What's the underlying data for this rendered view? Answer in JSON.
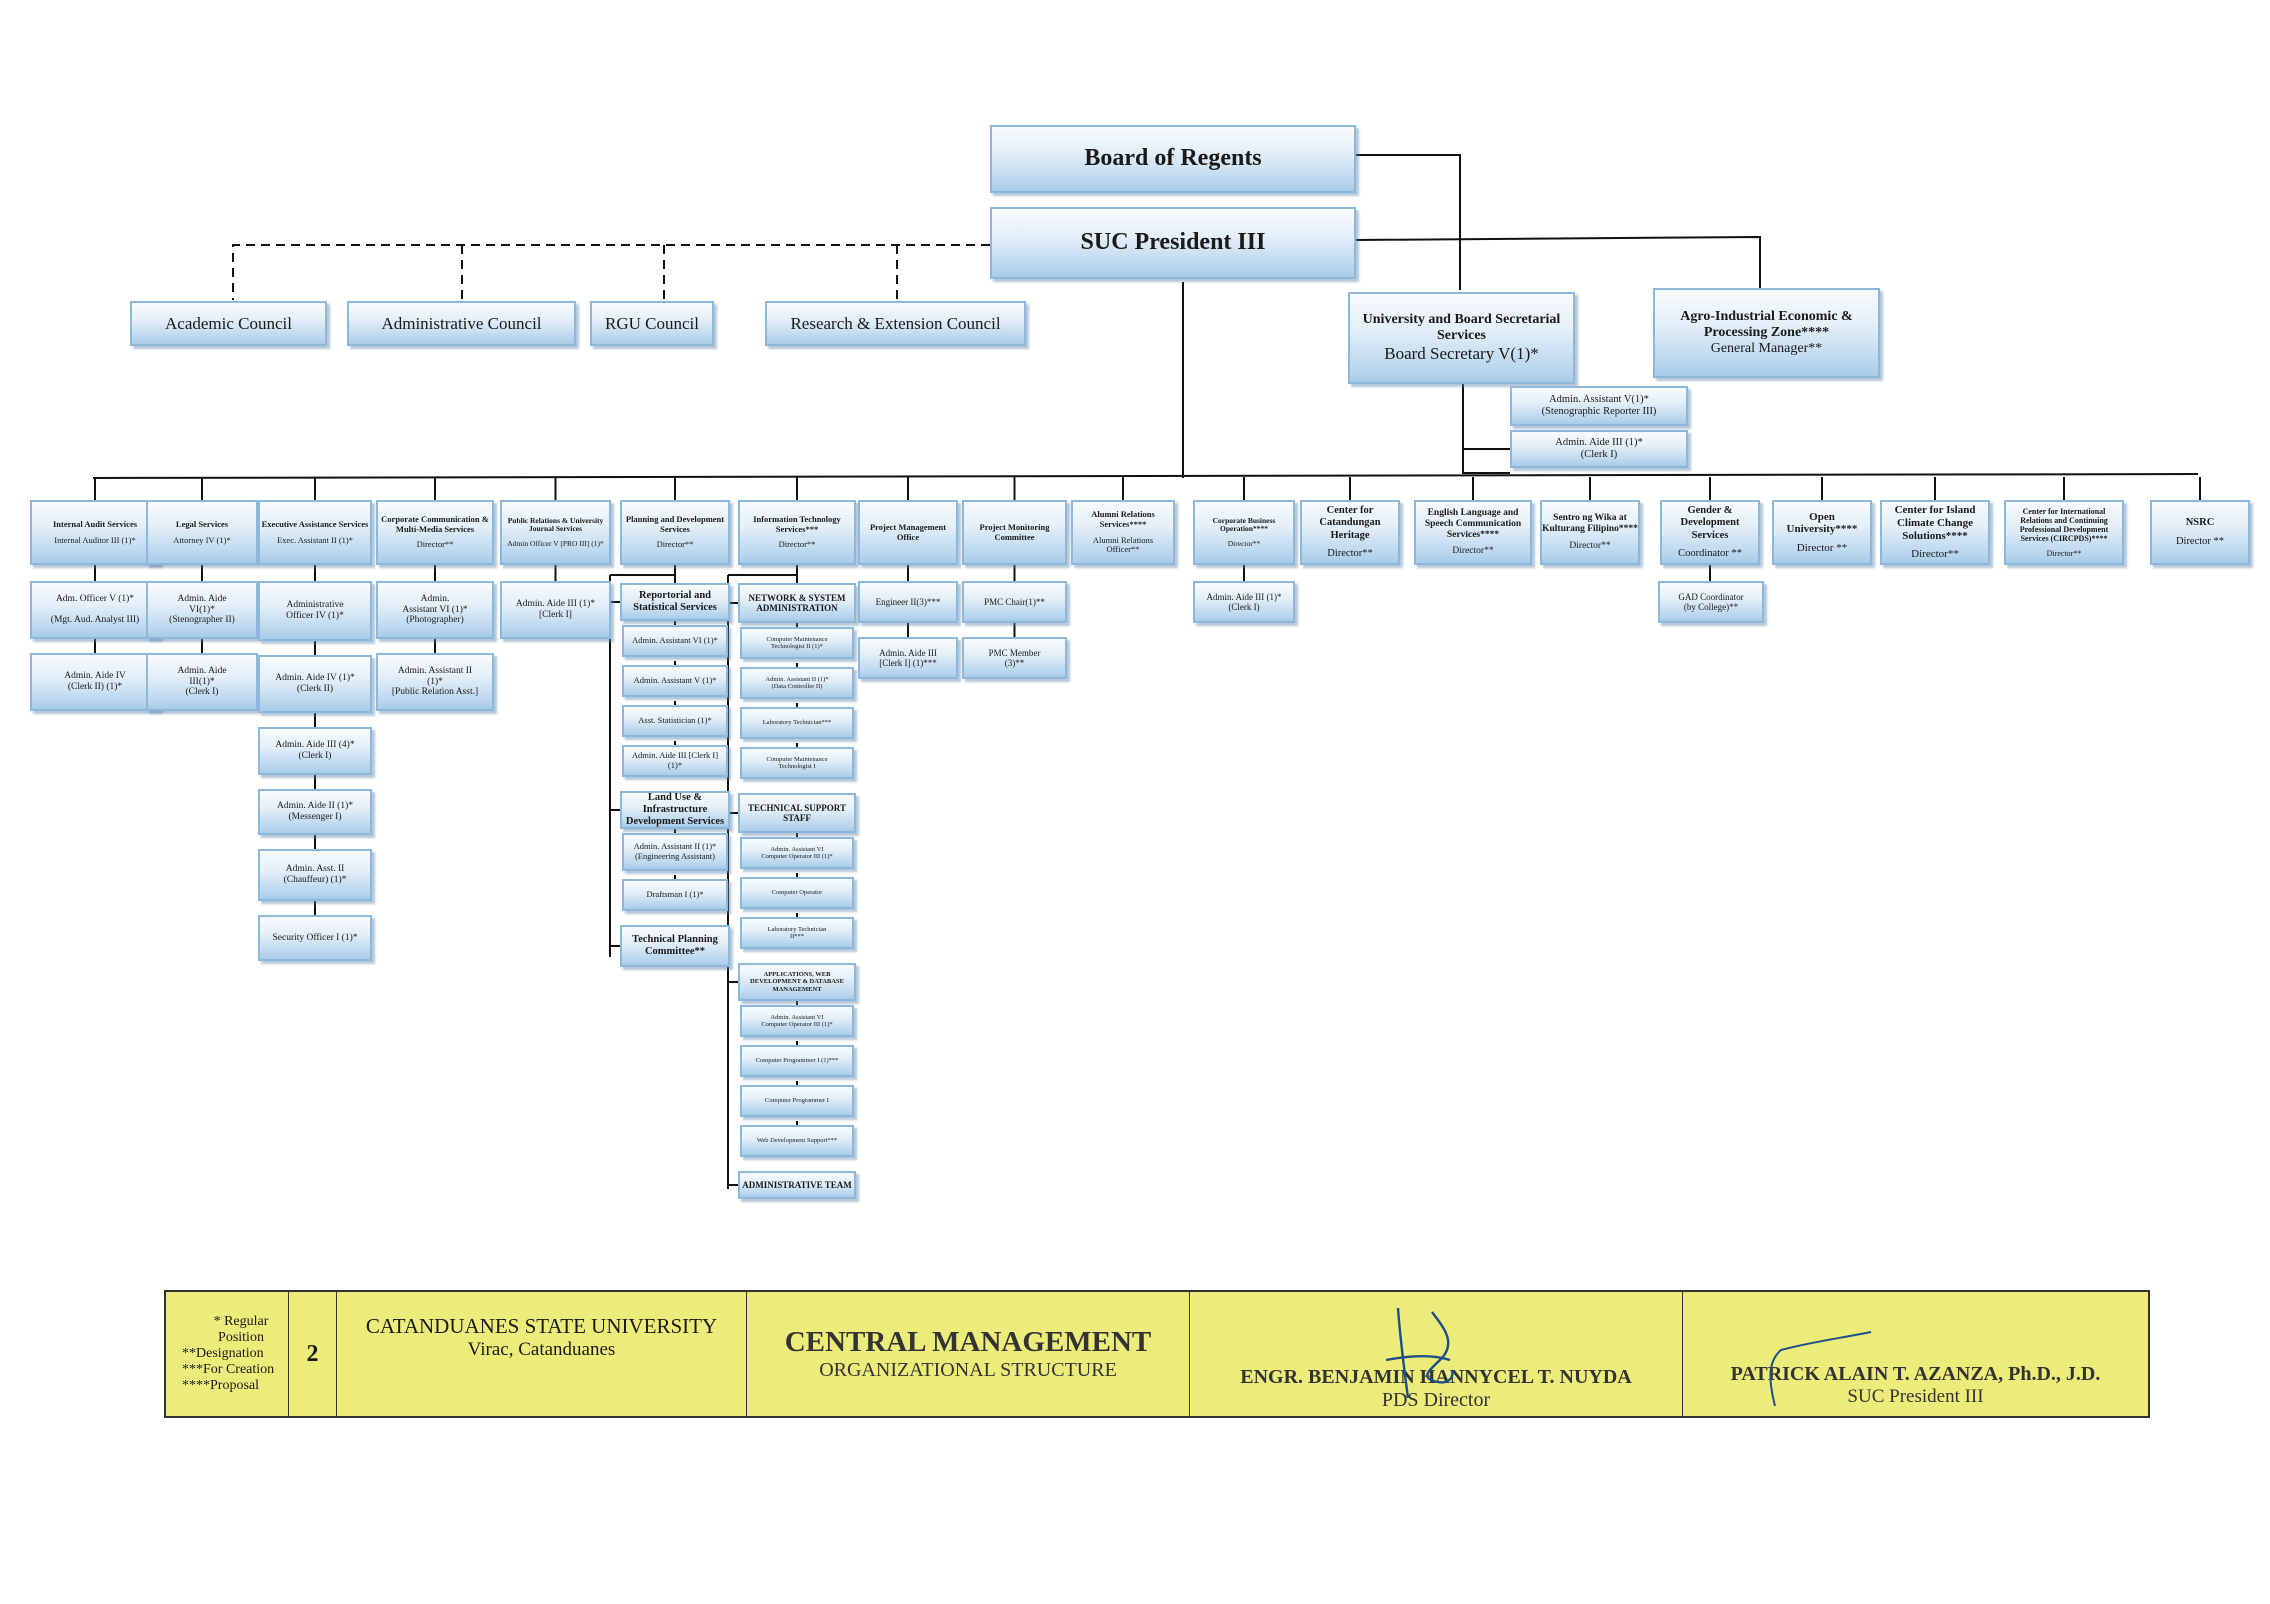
{
  "top": {
    "board": "Board of Regents",
    "president": "SUC President III"
  },
  "councils": [
    "Academic Council",
    "Administrative Council",
    "RGU Council",
    "Research & Extension Council"
  ],
  "right_units": {
    "secretariat": {
      "title": "University and Board Secretarial Services",
      "head": "Board Secretary V(1)*"
    },
    "agro": {
      "title": "Agro-Industrial Economic & Processing Zone****",
      "head": "General Manager**"
    },
    "secretariat_staff": [
      {
        "line1": "Admin. Assistant V(1)*",
        "line2": "(Stenographic Reporter III)"
      },
      {
        "line1": "Admin. Aide III (1)*",
        "line2": "(Clerk I)"
      }
    ]
  },
  "units": [
    {
      "title": "Internal Audit Services",
      "head": "Internal Auditor III (1)*",
      "staff": [
        "Adm. Officer V (1)*\n\n(Mgt. Aud. Analyst III)",
        "Admin. Aide IV\n(Clerk II) (1)*"
      ]
    },
    {
      "title": "Legal Services",
      "head": "Attorney IV (1)*",
      "staff": [
        "Admin. Aide\nVI(1)*\n(Stenographer II)",
        "Admin. Aide\nIII(1)*\n(Clerk I)"
      ]
    },
    {
      "title": "Executive Assistance Services",
      "head": "Exec. Assistant II (1)*",
      "staff": [
        "Administrative\nOfficer IV (1)*",
        "Admin.  Aide IV (1)*\n(Clerk II)",
        "Admin.  Aide III (4)*\n(Clerk I)",
        "Admin.  Aide II (1)*\n(Messenger I)",
        "Admin.  Asst. II\n(Chauffeur) (1)*",
        "Security Officer I (1)*"
      ]
    },
    {
      "title": "Corporate Communication & Multi-Media Services",
      "head": "Director**",
      "staff": [
        "Admin.\nAssistant VI (1)*\n(Photographer)",
        "Admin.  Assistant II\n(1)*\n[Public Relation Asst.]"
      ]
    },
    {
      "title": "Public Relations & University Journal Services",
      "head": "Admin Officer V [PRO III] (1)*",
      "staff": [
        "Admin.  Aide III (1)*\n[Clerk I]"
      ]
    },
    {
      "title": "Planning and Development Services",
      "head": "Director**",
      "groups": [
        {
          "title": "Reportorial and Statistical Services",
          "staff": [
            "Admin. Assistant VI (1)*",
            "Admin. Assistant V (1)*",
            "Asst. Statistician (1)*",
            "Admin. Aide III  [Clerk I] (1)*"
          ]
        },
        {
          "title": "Land Use & Infrastructure Development Services",
          "staff": [
            "Admin. Assistant II (1)*\n(Engineering Assistant)",
            "Draftsman I (1)*"
          ]
        },
        {
          "title": "Technical Planning Committee**",
          "staff": []
        }
      ]
    },
    {
      "title": "Information Technology Services***",
      "head": "Director**",
      "groups": [
        {
          "title": "NETWORK & SYSTEM ADMINISTRATION",
          "staff": [
            "Computer Maintenance\nTechnologist II (1)*",
            "Admin. Assistant II (1)*\n(Data Controller II)",
            "Laboratory Technician***",
            "Computer Maintenance\nTechnologist I"
          ]
        },
        {
          "title": "TECHNICAL SUPPORT STAFF",
          "staff": [
            "Admin. Assistant VI\nComputer Operator III (1)*",
            "Computer Operator",
            "Laboratory Technician\nII***"
          ]
        },
        {
          "title": "APPLICATIONS, WEB DEVELOPMENT & DATABASE MANAGEMENT",
          "staff": [
            "Admin. Assistant VI\nComputer Operator III (1)*",
            "Computer Programmer I (1)***",
            "Computer Programmer I",
            "Web Development Support***"
          ]
        },
        {
          "title": "ADMINISTRATIVE TEAM",
          "staff": []
        }
      ]
    },
    {
      "title": "Project Management Office",
      "head": "",
      "staff": [
        "Engineer II(3)***",
        "Admin. Aide III\n[Clerk I] (1)***"
      ]
    },
    {
      "title": "Project Monitoring Committee",
      "head": "",
      "staff": [
        "PMC Chair(1)**",
        "PMC Member\n(3)**"
      ]
    },
    {
      "title": "Alumni Relations Services****",
      "head": "Alumni Relations\nOfficer**",
      "staff": []
    },
    {
      "title": "Corporate Business Operation****",
      "head": "Director**",
      "staff": [
        "Admin. Aide III (1)*\n(Clerk I)"
      ]
    },
    {
      "title": "Center for Catandungan Heritage",
      "head": "Director**",
      "staff": []
    },
    {
      "title": "English Language and Speech Communication Services****",
      "head": "Director**",
      "staff": []
    },
    {
      "title": "Sentro ng Wika at Kulturang Filipino****",
      "head": "Director**",
      "staff": []
    },
    {
      "title": "Gender & Development Services",
      "head": "Coordinator **",
      "staff": [
        "GAD Coordinator\n(by College)**"
      ]
    },
    {
      "title": "Open University****",
      "head": "Director **",
      "staff": []
    },
    {
      "title": "Center for Island Climate Change Solutions****",
      "head": "Director**",
      "staff": []
    },
    {
      "title": "Center for International Relations and Continuing Professional Development Services (CIRCPDS)****",
      "head": "Director**",
      "staff": []
    },
    {
      "title": "NSRC",
      "head": "Director **",
      "staff": []
    }
  ],
  "footer": {
    "legend": [
      "* Regular Position",
      "**Designation",
      "***For Creation",
      "****Proposal"
    ],
    "page_number": "2",
    "university": "CATANDUANES STATE UNIVERSITY",
    "location": "Virac, Catanduanes",
    "doc_title": "CENTRAL MANAGEMENT",
    "doc_subtitle": "ORGANIZATIONAL STRUCTURE",
    "signatory1_name": "ENGR. BENJAMIN HANNYCEL T. NUYDA",
    "signatory1_title": "PDS Director",
    "signatory2_name": "PATRICK ALAIN T. AZANZA, Ph.D., J.D.",
    "signatory2_title": "SUC President III"
  },
  "colors": {
    "box_border": "#8db8dc",
    "box_fill_bottom": "#a8cbe8",
    "footer_bg": "#ecec7a",
    "signature_ink": "#1d4f8a"
  }
}
